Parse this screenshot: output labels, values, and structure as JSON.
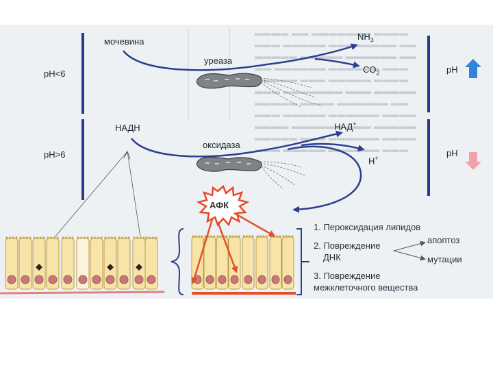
{
  "labels": {
    "ph_low": "pH<6",
    "ph_high": "pH>6",
    "urea": "мочевина",
    "ammonia": "NH",
    "ammonia_sub": "3",
    "urease": "уреаза",
    "co2": "CO",
    "co2_sub": "2",
    "ph_right_top": "pH",
    "nadh": "НАДН",
    "nad": "НАД",
    "nad_sup": "+",
    "oxidase": "оксидаза",
    "hplus": "H",
    "hplus_sup": "+",
    "ph_right_bottom": "pH",
    "afk": "АФК"
  },
  "effects": {
    "item1": "1. Пероксидация липидов",
    "item2_line1": "2. Повреждение",
    "item2_line2": "ДНК",
    "apoptosis": "апоптоз",
    "mutations": "мутации",
    "item3_line1": "3. Повреждение",
    "item3_line2": "межклеточного вещества"
  },
  "colors": {
    "pathway_arrow": "#2c3f8f",
    "ph_bar": "#27398a",
    "afk_burst": "#e8472a",
    "ph_up_arrow": "#2f86d6",
    "ph_down_arrow": "#f1a1a9",
    "cell_fill": "#f7e4a6",
    "nucleus": "#c9787a",
    "damage_arrow": "#e2502a"
  },
  "icons": {
    "ph_up": "arrow-up-icon",
    "ph_down": "arrow-down-icon",
    "bacterium": "helicobacter-bacterium",
    "afk": "starburst-icon"
  }
}
